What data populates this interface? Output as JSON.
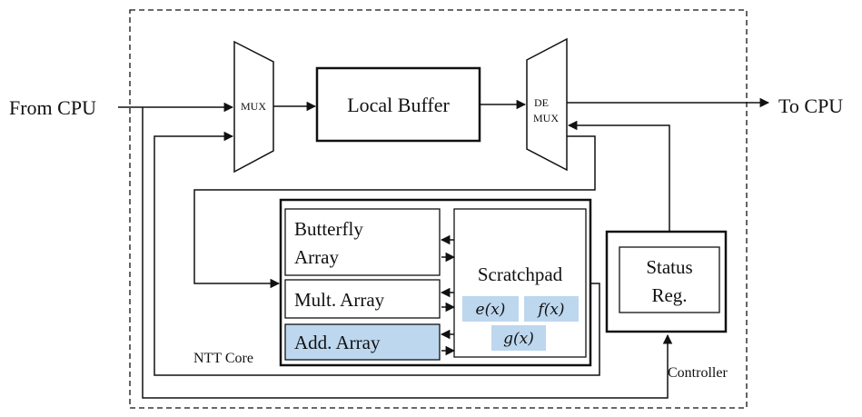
{
  "io": {
    "input_label": "From CPU",
    "output_label": "To CPU"
  },
  "blocks": {
    "mux_label": "MUX",
    "local_buffer_label": "Local Buffer",
    "demux_label_line1": "DE",
    "demux_label_line2": "MUX",
    "butterfly_line1": "Butterfly",
    "butterfly_line2": "Array",
    "mult_label": "Mult. Array",
    "add_label": "Add. Array",
    "scratchpad_label": "Scratchpad",
    "scratch_items": [
      "e(x)",
      "f(x)",
      "g(x)"
    ],
    "status_line1": "Status",
    "status_line2": "Reg."
  },
  "regions": {
    "ntt_core_label": "NTT Core",
    "controller_label": "Controller"
  },
  "colors": {
    "highlight_fill": "#bdd7ee",
    "stroke": "#111111"
  }
}
